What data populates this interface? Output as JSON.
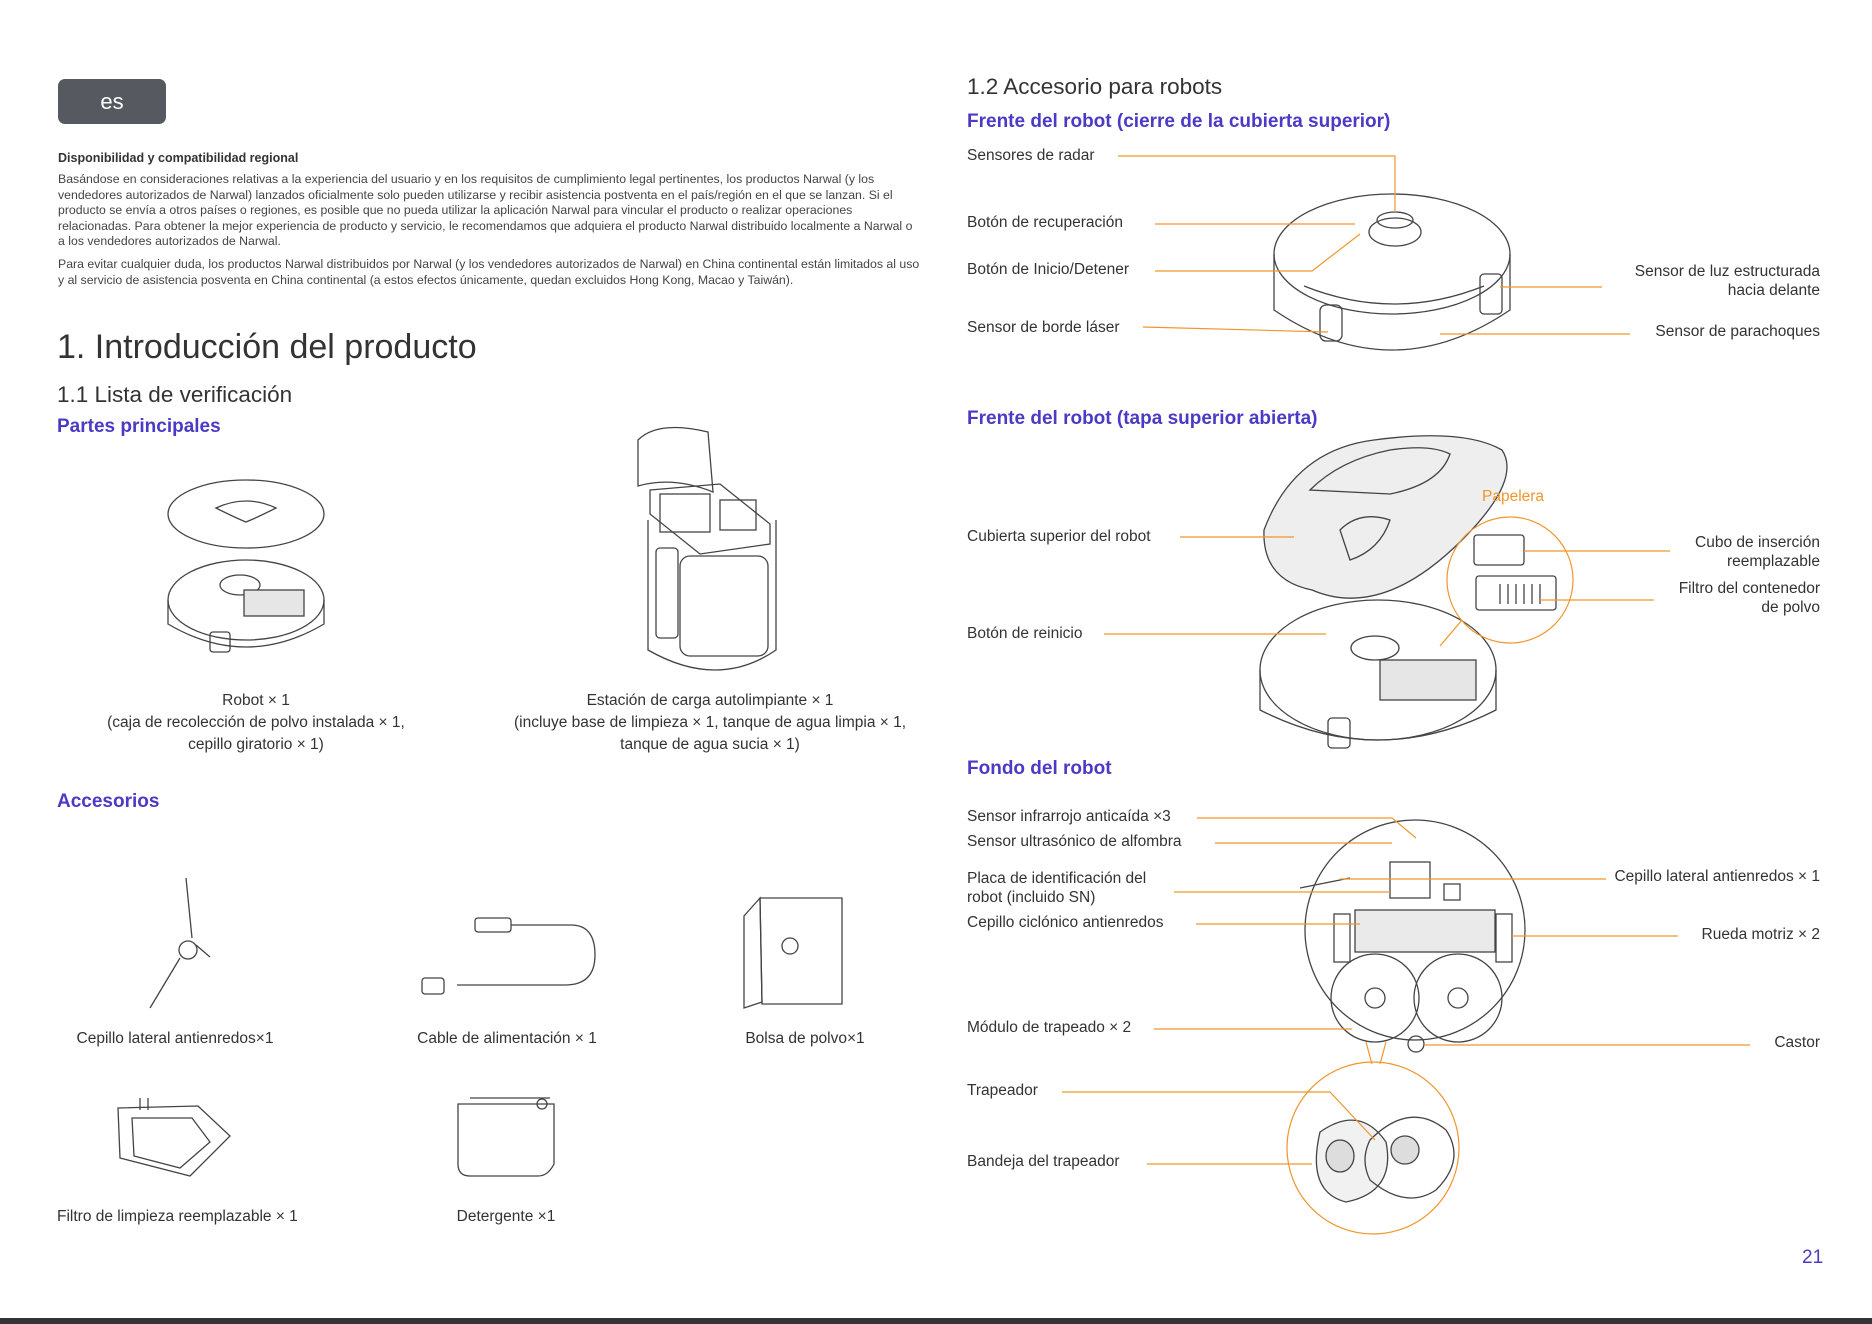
{
  "lang_badge": "es",
  "regional": {
    "heading": "Disponibilidad y compatibilidad regional",
    "para1": "Basándose en consideraciones relativas a la experiencia del usuario y en los requisitos de cumplimiento legal pertinentes, los productos Narwal (y los vendedores autorizados de Narwal) lanzados oficialmente solo pueden utilizarse y recibir asistencia postventa en el país/región en el que se lanzan. Si el producto se envía a otros países o regiones, es posible que no pueda utilizar la aplicación Narwal para vincular el producto o realizar operaciones relacionadas. Para obtener la mejor experiencia de producto y servicio, le recomendamos que adquiera el producto Narwal distribuido localmente a Narwal o a los vendedores autorizados de Narwal.",
    "para2": "Para evitar cualquier duda, los productos Narwal distribuidos por Narwal (y los vendedores autorizados de Narwal) en China continental están limitados al uso y al servicio de asistencia posventa en China continental (a estos efectos únicamente, quedan excluidos Hong Kong, Macao y Taiwán)."
  },
  "intro": {
    "title": "1. Introducción del producto",
    "checklist_title": "1.1 Lista de verificación",
    "main_parts_title": "Partes principales",
    "robot_caption": [
      "Robot × 1",
      "(caja de recolección de polvo instalada × 1,",
      "cepillo giratorio × 1)"
    ],
    "station_caption": [
      "Estación de carga autolimpiante × 1",
      "(incluye base de limpieza × 1, tanque de agua limpia × 1,",
      "tanque de agua sucia × 1)"
    ],
    "accessories_title": "Accesorios",
    "accessories": [
      "Cepillo lateral antienredos×1",
      "Cable de alimentación × 1",
      "Bolsa de polvo×1",
      "Filtro de limpieza reemplazable × 1",
      "Detergente ×1"
    ]
  },
  "robot_acc": {
    "title": "1.2 Accesorio para robots",
    "front_closed": {
      "title": "Frente del robot (cierre de la cubierta superior)",
      "labels_left": [
        "Sensores de radar",
        "Botón de recuperación",
        "Botón de Inicio/Detener",
        "Sensor de borde láser"
      ],
      "labels_right": [
        [
          "Sensor de luz estructurada",
          "hacia delante"
        ],
        [
          "Sensor de parachoques"
        ]
      ]
    },
    "front_open": {
      "title": "Frente del robot (tapa superior abierta)",
      "bin_label": "Papelera",
      "labels_left": [
        "Cubierta superior del robot",
        "Botón de reinicio"
      ],
      "labels_right": [
        [
          "Cubo de inserción",
          "reemplazable"
        ],
        [
          "Filtro del contenedor",
          "de polvo"
        ]
      ]
    },
    "bottom": {
      "title": "Fondo del robot",
      "labels_left": [
        "Sensor infrarrojo anticaída ×3",
        "Sensor ultrasónico de alfombra",
        "Placa de identificación del",
        "robot (incluido SN)",
        "Cepillo ciclónico antienredos",
        "Módulo de trapeado × 2",
        "Trapeador",
        "Bandeja del trapeador"
      ],
      "labels_right": [
        "Cepillo lateral antienredos × 1",
        "Rueda motriz × 2",
        "Castor"
      ]
    }
  },
  "page_number": "21",
  "colors": {
    "accent": "#4b3ac5",
    "callout": "#f0962d",
    "badge": "#565a60"
  }
}
